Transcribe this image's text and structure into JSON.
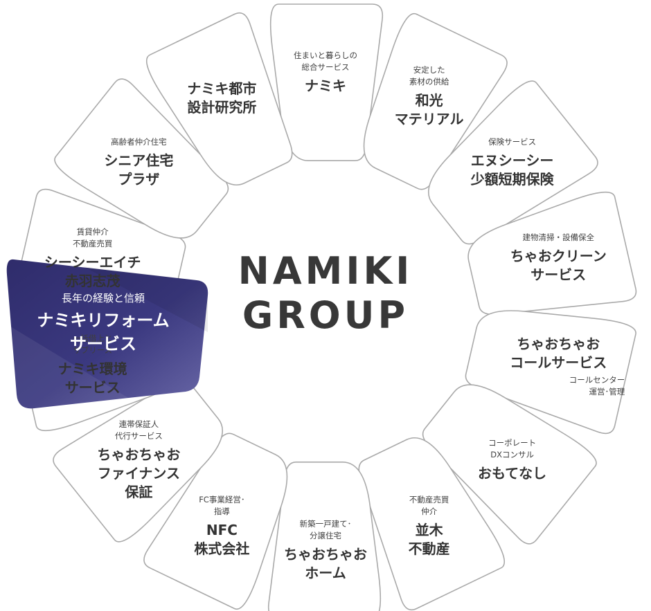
{
  "center": {
    "title": "NAMIKI\nGROUP"
  },
  "colors": {
    "petal_border": "#a9a9a9",
    "featured_dark": "#2f2c6b",
    "featured_light": "#6b69a8",
    "text": "#333333"
  },
  "featured": {
    "subtitle": "長年の経験と信頼",
    "name": "ナミキリフォーム\nサービス"
  },
  "petals": [
    {
      "id": "namiki",
      "subtitle": "住まいと暮らしの\n総合サービス",
      "name": "ナミキ"
    },
    {
      "id": "wako-material",
      "subtitle": "安定した\n素材の供給",
      "name": "和光\nマテリアル"
    },
    {
      "id": "encc-insurance",
      "subtitle": "保険サービス",
      "name": "エヌシーシー\n少額短期保険"
    },
    {
      "id": "chao-clean",
      "subtitle": "建物清掃・設備保全",
      "name": "ちゃおクリーン\nサービス"
    },
    {
      "id": "chaochao-call",
      "subtitle": "",
      "name": "ちゃおちゃお\nコールサービス",
      "note": "コールセンター\n運営･管理"
    },
    {
      "id": "omotenashi",
      "subtitle": "コーポレート\nDXコンサル",
      "name": "おもてなし"
    },
    {
      "id": "namiki-fudosan",
      "subtitle": "不動産売買\n仲介",
      "name": "並木\n不動産"
    },
    {
      "id": "chaochao-home",
      "subtitle": "新築一戸建て･\n分譲住宅",
      "name": "ちゃおちゃお\nホーム"
    },
    {
      "id": "nfc",
      "subtitle": "FC事業経営･\n指導",
      "name": "NFC\n株式会社"
    },
    {
      "id": "chaochao-finance",
      "subtitle": "連帯保証人\n代行サービス",
      "name": "ちゃおちゃお\nファイナンス\n保証"
    },
    {
      "id": "namiki-kankyo",
      "subtitle": "一括借上と\nサブリース",
      "name": "ナミキ環境\nサービス"
    },
    {
      "id": "cch-akabane",
      "subtitle": "賃貸仲介\n不動産売買",
      "name": "シーシーエイチ\n赤羽志茂"
    },
    {
      "id": "senior-plaza",
      "subtitle": "高齢者仲介住宅",
      "name": "シニア住宅\nプラザ"
    },
    {
      "id": "namiki-toshi",
      "subtitle": "",
      "name": "ナミキ都市\n設計研究所"
    }
  ]
}
